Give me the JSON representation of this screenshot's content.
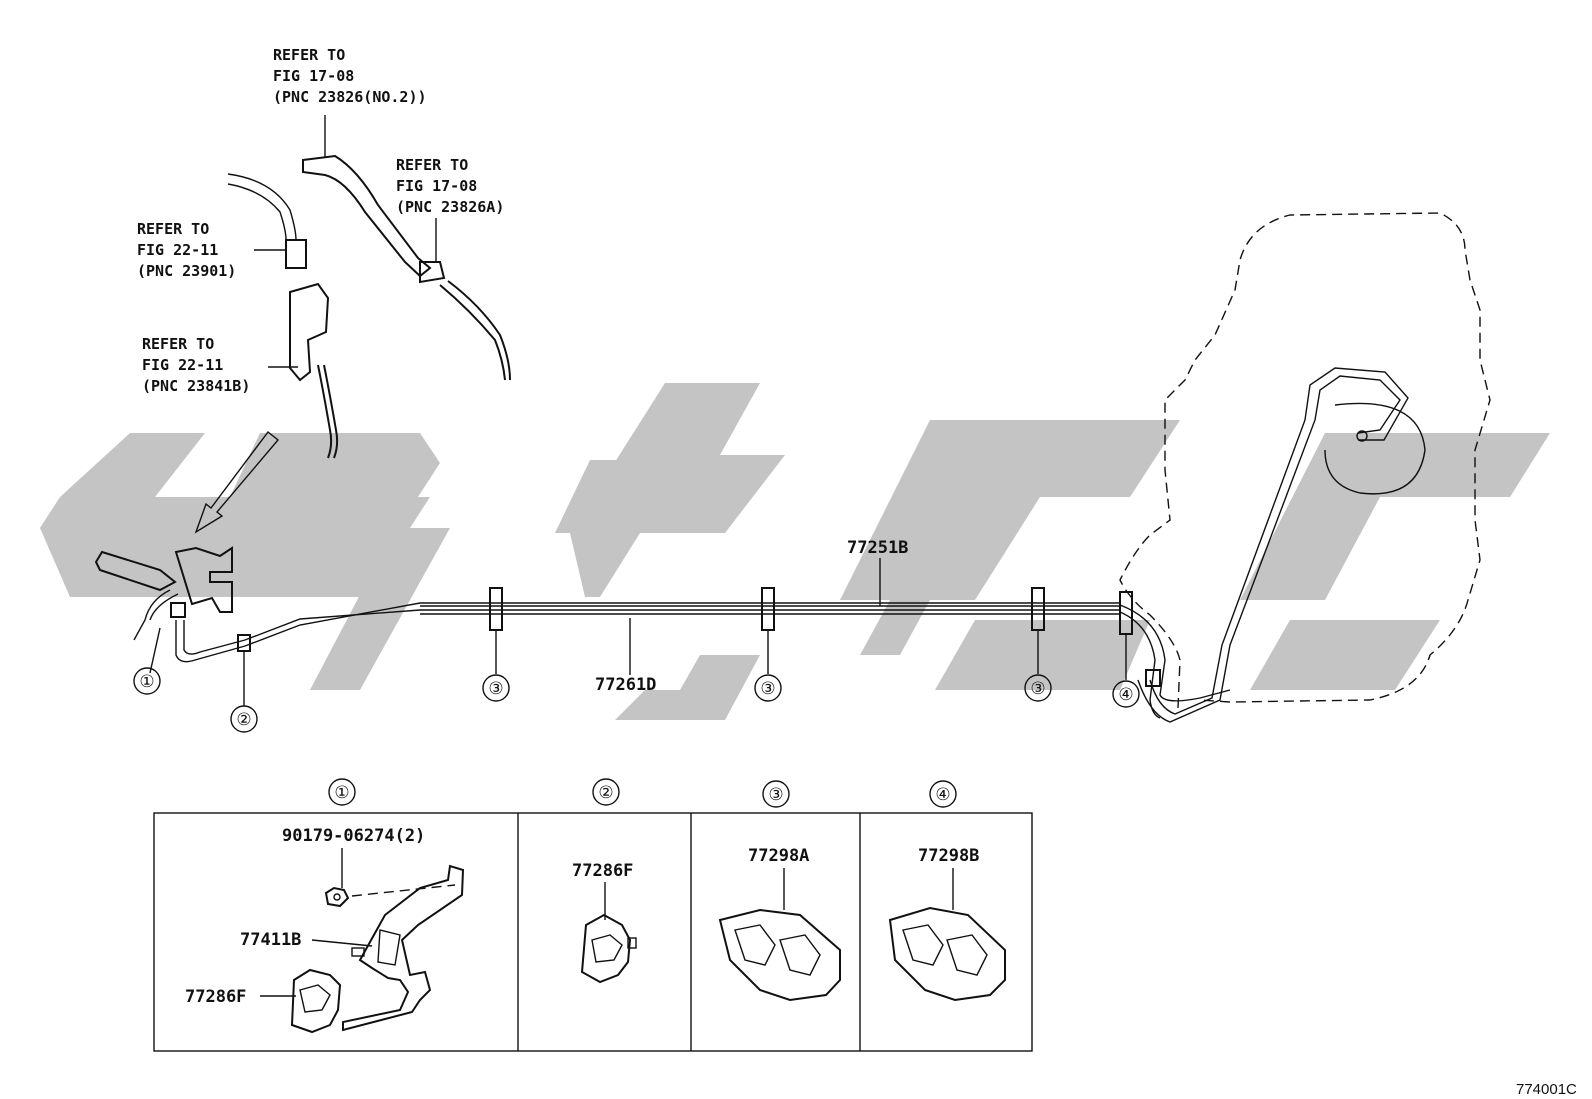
{
  "colors": {
    "watermark": "#c4c4c4",
    "ink": "#111111",
    "background": "#ffffff"
  },
  "refs": {
    "r1": [
      "REFER TO",
      "FIG 17-08",
      "(PNC 23826(NO.2))"
    ],
    "r2": [
      "REFER TO",
      "FIG 17-08",
      "(PNC 23826A)"
    ],
    "r3": [
      "REFER TO",
      "FIG 22-11",
      "(PNC 23901)"
    ],
    "r4": [
      "REFER TO",
      "FIG 22-11",
      "(PNC 23841B)"
    ]
  },
  "main_parts": {
    "upper_tube": "77251B",
    "lower_tube": "77261D"
  },
  "callouts": {
    "c1": "①",
    "c2": "②",
    "c3a": "③",
    "c3b": "③",
    "c3c": "③",
    "c4": "④"
  },
  "detail_headers": [
    "①",
    "②",
    "③",
    "④"
  ],
  "details": {
    "box1": {
      "bolt": "90179-06274(2)",
      "bracket": "77411B",
      "clamp": "77286F"
    },
    "box2": {
      "clamp": "77286F"
    },
    "box3": {
      "clamp": "77298A"
    },
    "box4": {
      "clamp": "77298B"
    }
  },
  "figure_code": "774001C"
}
